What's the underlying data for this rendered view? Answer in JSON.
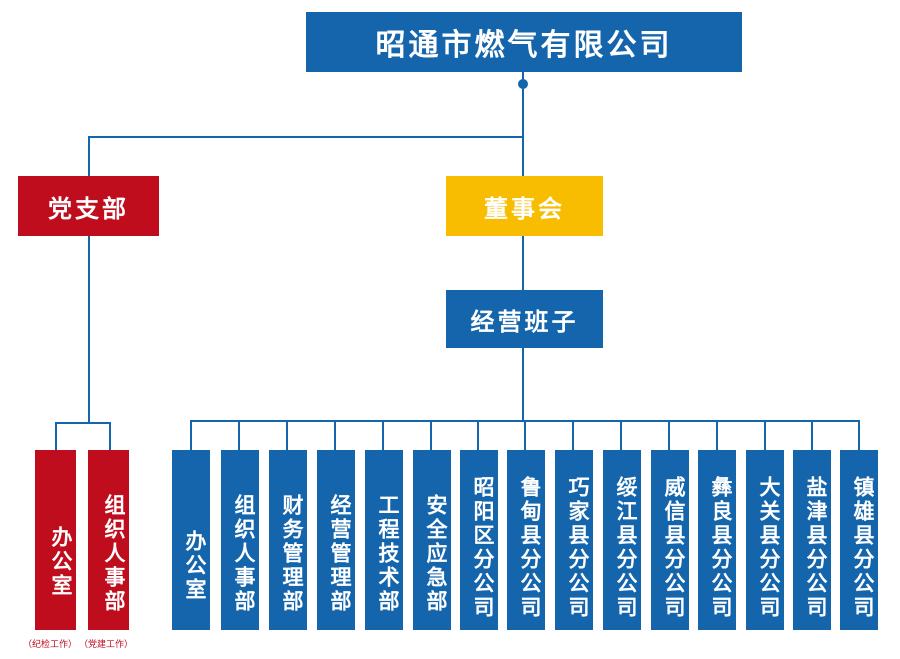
{
  "company": {
    "title": "昭通市燃气有限公司"
  },
  "party": {
    "label": "党支部"
  },
  "board": {
    "label": "董事会"
  },
  "management": {
    "label": "经营班子"
  },
  "party_depts": [
    {
      "label": "办公室",
      "note": "（纪检工作）"
    },
    {
      "label": "组织人事部",
      "note": "（党建工作）"
    }
  ],
  "departments": [
    {
      "label": "办公室"
    },
    {
      "label": "组织人事部"
    },
    {
      "label": "财务管理部"
    },
    {
      "label": "经营管理部"
    },
    {
      "label": "工程技术部"
    },
    {
      "label": "安全应急部"
    },
    {
      "label": "昭阳区分公司"
    },
    {
      "label": "鲁甸县分公司"
    },
    {
      "label": "巧家县分公司"
    },
    {
      "label": "绥江县分公司"
    },
    {
      "label": "威信县分公司"
    },
    {
      "label": "彝良县分公司"
    },
    {
      "label": "大关县分公司"
    },
    {
      "label": "盐津县分公司"
    },
    {
      "label": "镇雄县分公司"
    }
  ],
  "colors": {
    "blue": "#1565ad",
    "red": "#c00d1e",
    "yellow": "#f8bd00"
  }
}
